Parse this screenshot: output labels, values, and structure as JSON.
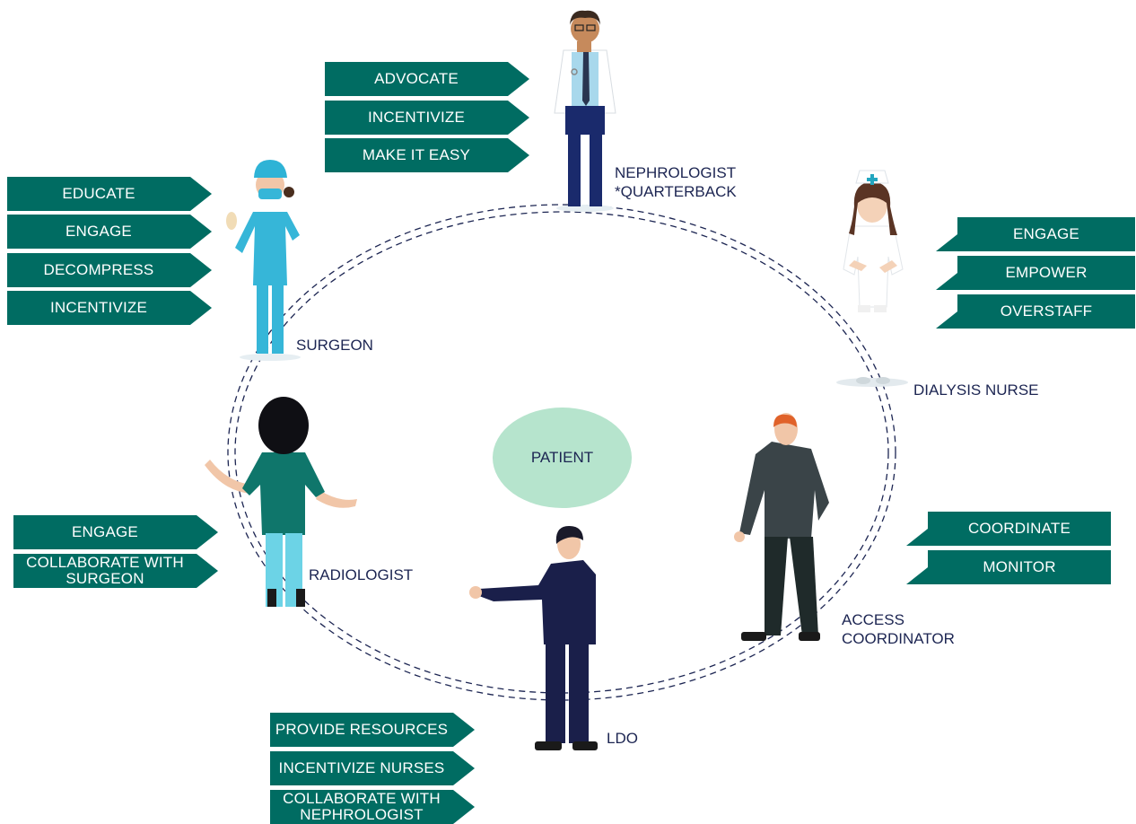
{
  "center": {
    "label": "PATIENT"
  },
  "roles": {
    "nephrologist": "NEPHROLOGIST\n*QUARTERBACK",
    "surgeon": "SURGEON",
    "dialysis_nurse": "DIALYSIS NURSE",
    "radiologist": "RADIOLOGIST",
    "access_coordinator": "ACCESS\nCOORDINATOR",
    "ldo": "LDO"
  },
  "tags": {
    "nephrologist": [
      "ADVOCATE",
      "INCENTIVIZE",
      "MAKE IT EASY"
    ],
    "surgeon": [
      "EDUCATE",
      "ENGAGE",
      "DECOMPRESS",
      "INCENTIVIZE"
    ],
    "dialysis_nurse": [
      "ENGAGE",
      "EMPOWER",
      "OVERSTAFF"
    ],
    "radiologist": [
      "ENGAGE",
      "COLLABORATE WITH\nSURGEON"
    ],
    "access_coordinator": [
      "COORDINATE",
      "MONITOR"
    ],
    "ldo": [
      "PROVIDE RESOURCES",
      "INCENTIVIZE NURSES",
      "COLLABORATE WITH\nNEPHROLOGIST"
    ]
  },
  "colors": {
    "tag_fill": "#006c62",
    "tag_text": "#ffffff",
    "role_text": "#1c2552",
    "patient_fill": "#b6e4cd",
    "ring": "#1c2552"
  }
}
